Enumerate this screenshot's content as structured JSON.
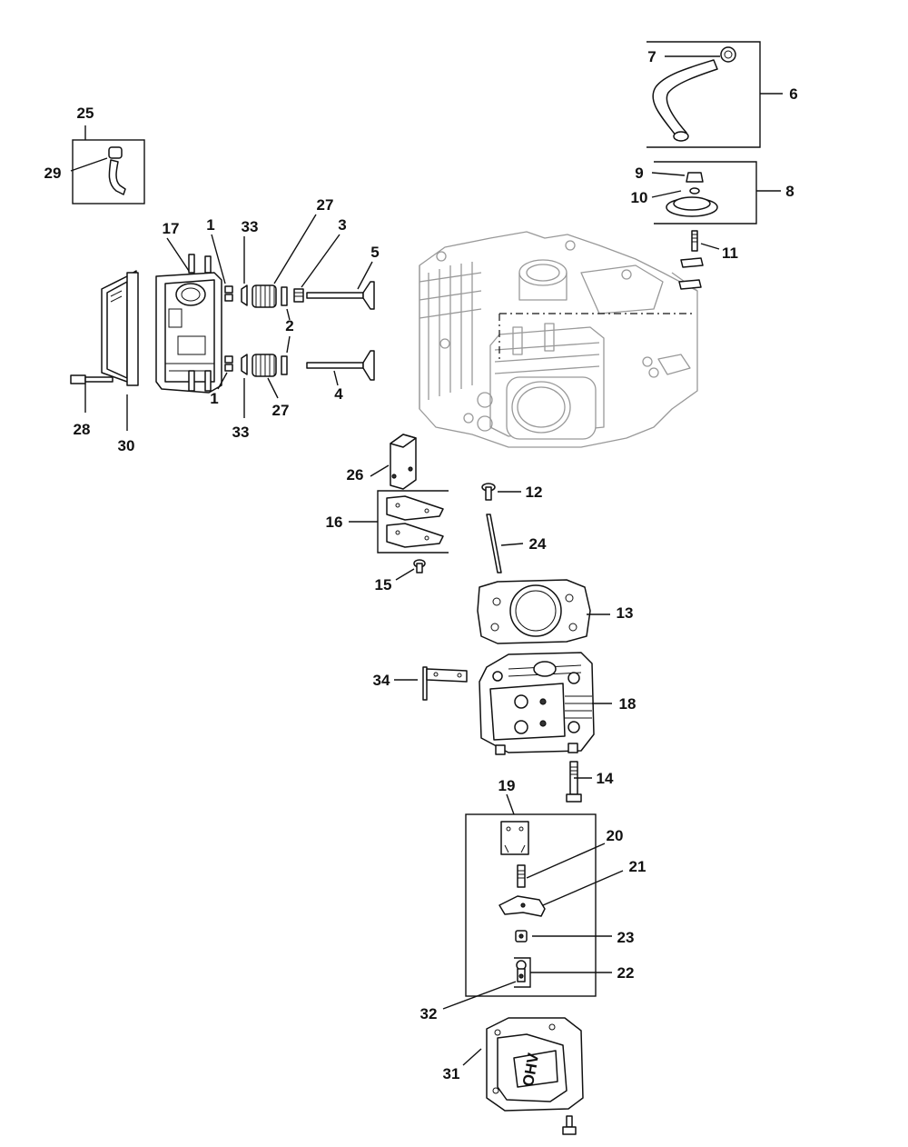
{
  "labels": {
    "1": "1",
    "2": "2",
    "3": "3",
    "4": "4",
    "5": "5",
    "6": "6",
    "7": "7",
    "8": "8",
    "9": "9",
    "10": "10",
    "11": "11",
    "12": "12",
    "13": "13",
    "14": "14",
    "15": "15",
    "16": "16",
    "17": "17",
    "18": "18",
    "19": "19",
    "20": "20",
    "21": "21",
    "22": "22",
    "23": "23",
    "24": "24",
    "25": "25",
    "26": "26",
    "27": "27",
    "28": "28",
    "29": "29",
    "30": "30",
    "31": "31",
    "32": "32",
    "33": "33",
    "34": "34"
  },
  "valve_cover_text": "OHV"
}
